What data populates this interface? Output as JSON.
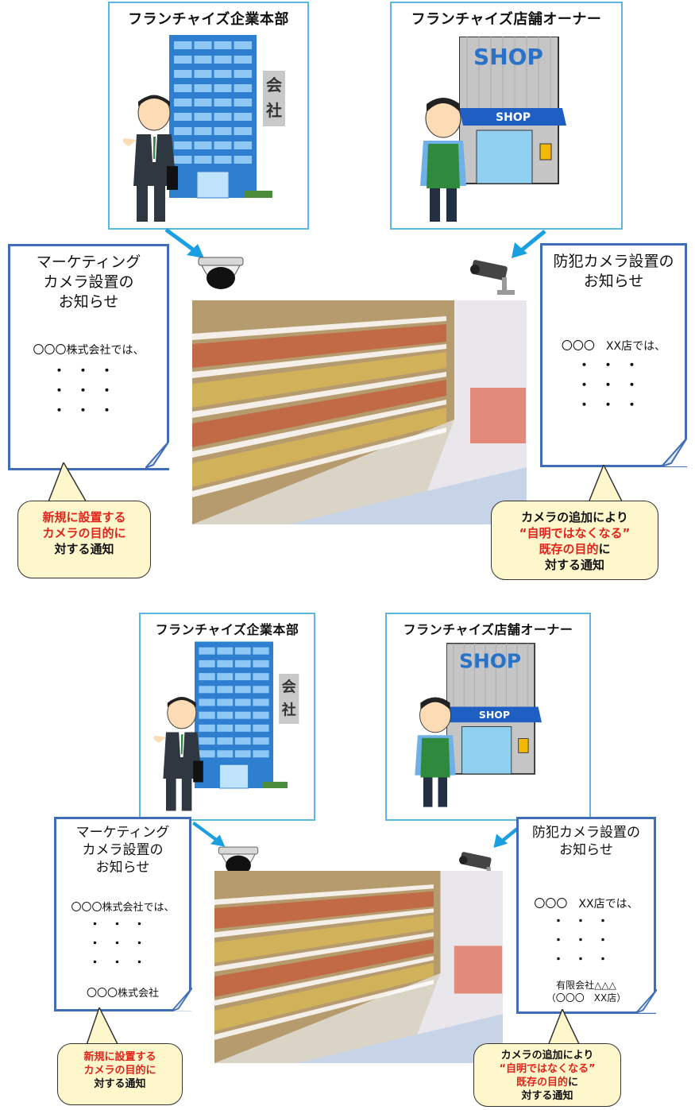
{
  "panel1": {
    "hq_title": "フランチャイズ企業本部",
    "owner_title": "フランチャイズ店舗オーナー",
    "shop_big": "SHOP",
    "shop_small": "SHOP",
    "building_sign_1": "会",
    "building_sign_2": "社",
    "left_notice": {
      "title": "マーケティング\nカメラ設置の\nお知らせ",
      "body": "〇〇〇株式会社では、"
    },
    "right_notice": {
      "title": "防犯カメラ設置の\nお知らせ",
      "body": "〇〇〇　XX店では、"
    },
    "left_callout": {
      "line1": "新規に設置する",
      "line2": "カメラの目的に",
      "line3": "対する通知"
    },
    "right_callout": {
      "line1": "カメラの追加により",
      "line2": "“自明ではなくなる”",
      "line3_red": "既存の目的",
      "line3_rest": "に",
      "line4": "対する通知"
    }
  },
  "panel2": {
    "hq_title": "フランチャイズ企業本部",
    "owner_title": "フランチャイズ店舗オーナー",
    "shop_big": "SHOP",
    "shop_small": "SHOP",
    "building_sign_1": "会",
    "building_sign_2": "社",
    "left_notice": {
      "title": "マーケティング\nカメラ設置の\nお知らせ",
      "body": "〇〇〇株式会社では、",
      "sign": "〇〇〇株式会社"
    },
    "right_notice": {
      "title": "防犯カメラ設置の\nお知らせ",
      "body": "〇〇〇　XX店では、",
      "sign1": "有限会社△△△",
      "sign2": "（〇〇〇　XX店）"
    },
    "left_callout": {
      "line1": "新規に設置する",
      "line2": "カメラの目的に",
      "line3": "対する通知"
    },
    "right_callout": {
      "line1": "カメラの追加により",
      "line2": "“自明ではなくなる”",
      "line3_red": "既存の目的",
      "line3_rest": "に",
      "line4": "対する通知"
    }
  },
  "colors": {
    "box_border": "#5bb7e0",
    "notice_border": "#3f6eb6",
    "arrow": "#1a9fe0",
    "callout_fill": "#fff7cc",
    "emphasis_red": "#e0241b"
  },
  "dots": "・・・"
}
